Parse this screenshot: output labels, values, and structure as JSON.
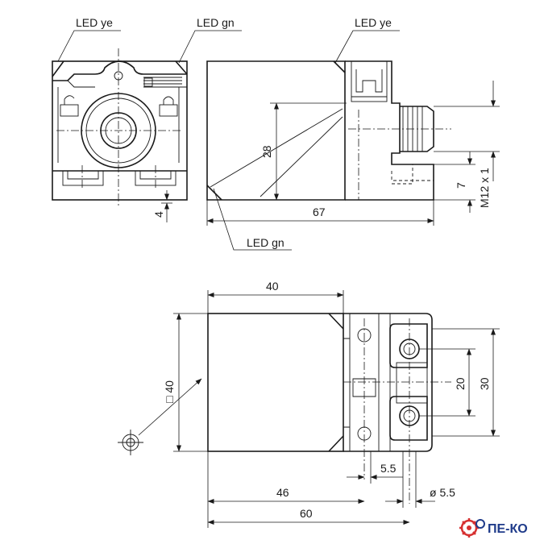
{
  "labels": {
    "led_ye_left": "LED ye",
    "led_gn_top": "LED gn",
    "led_ye_right": "LED ye",
    "led_gn_bottom": "LED gn"
  },
  "dimensions": {
    "d4": "4",
    "d28": "28",
    "d67": "67",
    "d7": "7",
    "thread": "M12 x 1",
    "d40_top": "40",
    "square40": "□ 40",
    "d20": "20",
    "d30": "30",
    "d5_5": "5.5",
    "d46": "46",
    "dia5_5": "ø 5.5",
    "d60": "60"
  },
  "logo": {
    "text": "ПЕ-КО"
  },
  "colors": {
    "line": "#1a1a1a",
    "logo_blue": "#1f3b8a",
    "logo_red": "#d62f2f"
  }
}
